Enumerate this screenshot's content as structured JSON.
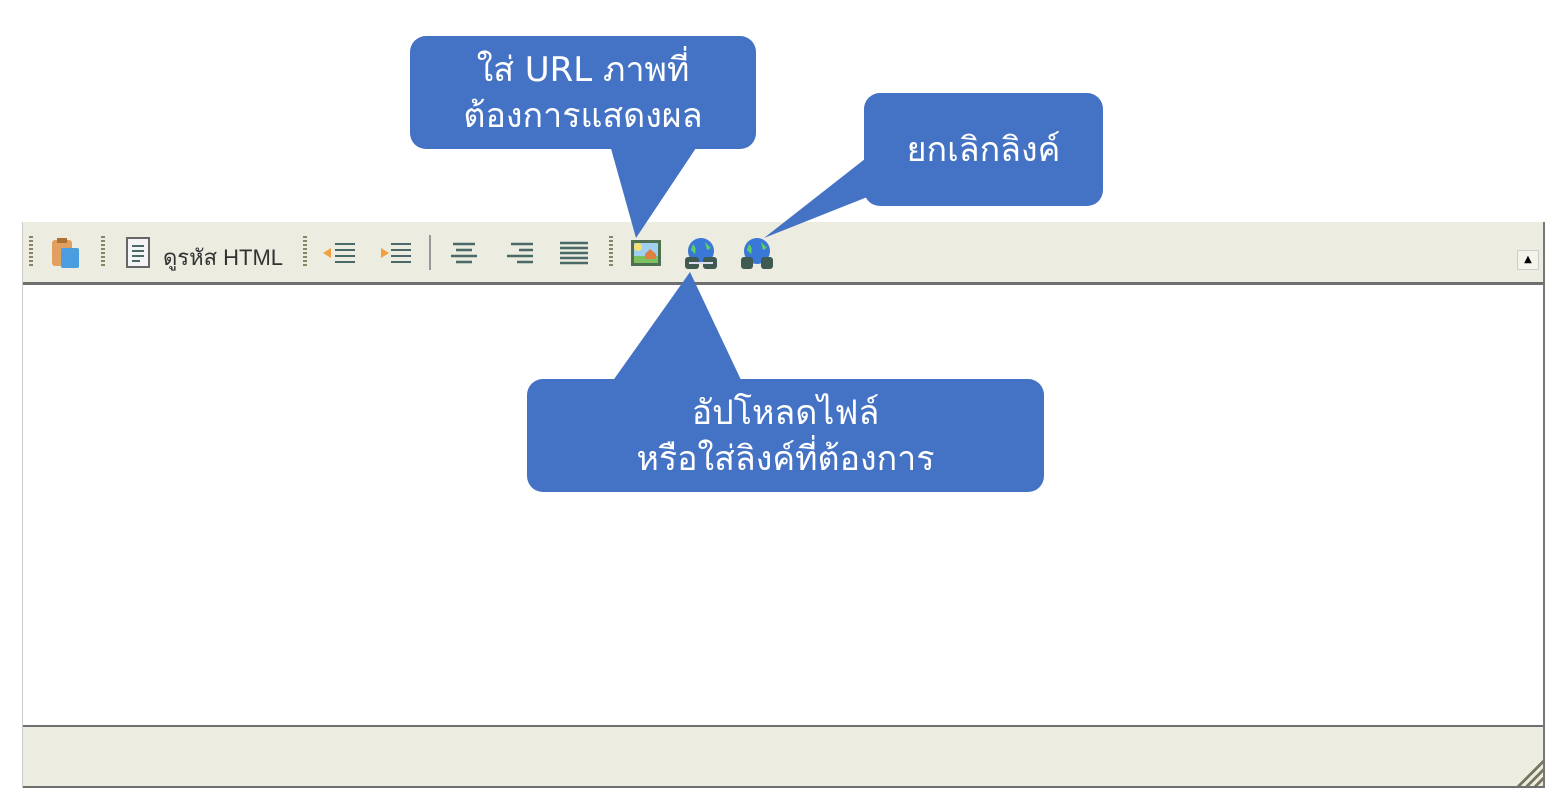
{
  "toolbar": {
    "view_html_label": "ดูรหัส HTML",
    "items": [
      "paste-icon",
      "view-html",
      "outdent",
      "indent",
      "align-center",
      "align-right",
      "justify",
      "insert-image",
      "insert-link",
      "unlink"
    ]
  },
  "callouts": {
    "image_url": [
      "ใส่ URL ภาพที่",
      "ต้องการแสดงผล"
    ],
    "unlink": [
      "ยกเลิกลิงค์"
    ],
    "upload": [
      "อัปโหลดไฟล์",
      "หรือใส่ลิงค์ที่ต้องการ"
    ]
  },
  "colors": {
    "callout": "#4472C4",
    "toolbar": "#ECECE0"
  }
}
